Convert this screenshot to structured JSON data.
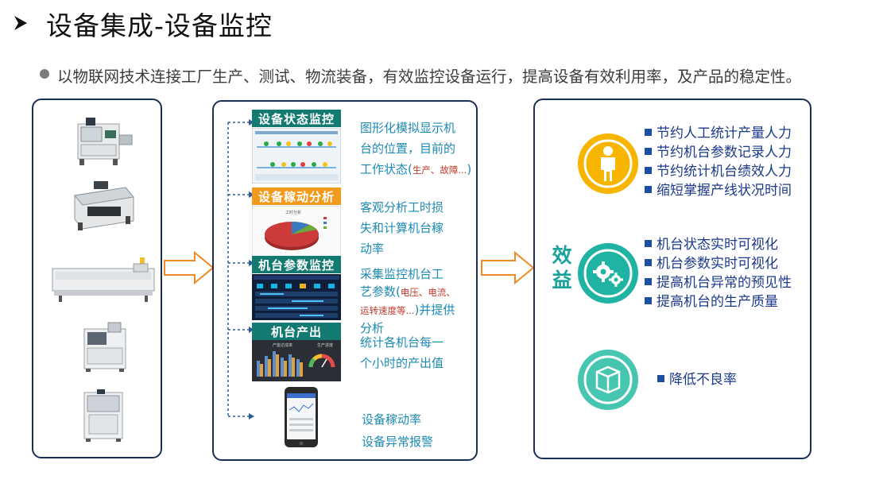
{
  "page": {
    "title": "设备集成-设备监控",
    "bullet": "以物联网技术连接工厂生产、测试、物流装备，有效监控设备运行，提高设备有效利用率，及产品的稳定性。"
  },
  "monitor": {
    "sections": [
      {
        "header": "设备状态监控",
        "header_color": "#127a70",
        "lines": [
          "图形化模拟显示机",
          "台的位置，目前的"
        ],
        "line3_main": "工作状态(",
        "line3_small": "生产、故障...",
        "line3_end": ")"
      },
      {
        "header": "设备稼动分析",
        "header_color": "#f29a1b",
        "lines": [
          "客观分析工时损",
          "失和计算机台稼",
          "动率"
        ]
      },
      {
        "header": "机台参数监控",
        "header_color": "#127a70",
        "line1": "采集监控机台工",
        "line2_main": "艺参数(",
        "line2_small": "电压、电流、",
        "line3_small": "运转速度等...",
        "line3_end": ")并提供",
        "line4": "分析"
      },
      {
        "header": "机台产出",
        "header_color": "#127a70",
        "lines": [
          "统计各机台每一",
          "个小时的产出值"
        ]
      }
    ],
    "mobile": {
      "lines": [
        "设备稼动率",
        "设备异常报警"
      ]
    },
    "pie_chart_title": "工时分析",
    "bar_chart_title": "产能达成率",
    "gauge_title": "生产进度"
  },
  "benefits": {
    "label": "效益",
    "groups": [
      {
        "icon": "person-icon",
        "color": "#f7b500",
        "items": [
          "节约人工统计产量人力",
          "节约机台参数记录人力",
          "节约统计机台绩效人力",
          "缩短掌握产线状况时间"
        ]
      },
      {
        "icon": "gears-icon",
        "color": "#1fb3a4",
        "items": [
          "机台状态实时可视化",
          "机台参数实时可视化",
          "提高机台异常的预见性",
          "提高机台的生产质量"
        ]
      },
      {
        "icon": "box-icon",
        "color": "#46c6b0",
        "items": [
          "降低不良率"
        ]
      }
    ]
  },
  "colors": {
    "accent_teal": "#127a70",
    "accent_orange": "#f29a1b",
    "desc_blue": "#1d8ab4",
    "benefit_blue": "#1c3a8a",
    "panel_border": "#1b2f55"
  }
}
